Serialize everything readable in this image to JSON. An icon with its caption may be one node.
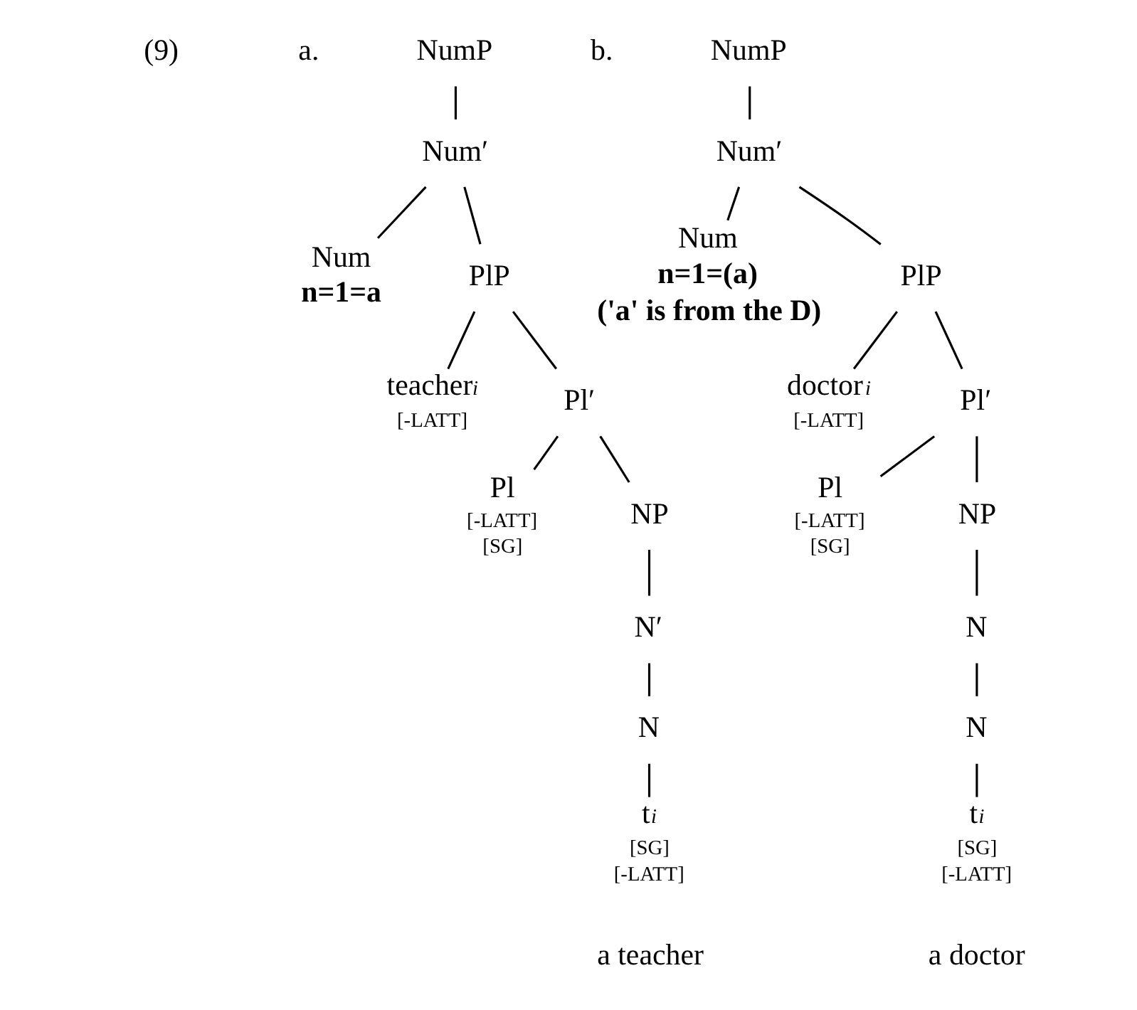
{
  "diagram": {
    "nodes": [
      {
        "text": [
          "NumP"
        ]
      },
      {
        "text": [
          "Num′"
        ]
      },
      {
        "text": [
          "Num"
        ],
        "beside": [
          "n=1=a"
        ]
      },
      {
        "text": [
          "PlP"
        ]
      },
      {
        "text": [
          "teacher$_{i}$"
        ],
        "beside": [
          "[-LATT]"
        ]
      },
      {
        "text": [
          "Pl′"
        ]
      },
      {
        "text": [
          "Pl"
        ],
        "beside": [
          "[-LATT]",
          "[SG]"
        ]
      },
      {
        "text": [
          "NP"
        ]
      },
      {
        "text": [
          "N′"
        ]
      },
      {
        "text": [
          "N"
        ]
      },
      {
        "text": [
          "t$_{i}$"
        ],
        "beside": [
          "[SG]",
          "[-LATT]"
        ]
      },
      {
        "text": [
          "NumP"
        ]
      },
      {
        "text": [
          "Num′"
        ]
      },
      {
        "text": [
          "Num"
        ],
        "beside": [
          "n=1=(a)",
          "('a' is from the D)"
        ]
      },
      {
        "text": [
          "PlP"
        ]
      },
      {
        "text": [
          "doctor$_{i}$"
        ],
        "beside": [
          "[-LATT]"
        ]
      },
      {
        "text": [
          "Pl′"
        ]
      },
      {
        "text": [
          "Pl"
        ],
        "beside": [
          "[-LATT]",
          "[SG]"
        ]
      },
      {
        "text": [
          "NP"
        ]
      },
      {
        "text": [
          "N"
        ]
      },
      {
        "text": [
          "N"
        ]
      },
      {
        "text": [
          "t$_{i}$"
        ],
        "beside": [
          "[SG]",
          "[-LATT]"
        ]
      }
    ],
    "edges": [
      {
        "from": 0,
        "to": 1,
        "arrow": "none"
      },
      {
        "from": 1,
        "to": 2,
        "arrow": "none"
      },
      {
        "from": 1,
        "to": 3,
        "arrow": "none"
      },
      {
        "from": 3,
        "to": 4,
        "arrow": "none"
      },
      {
        "from": 3,
        "to": 5,
        "arrow": "none"
      },
      {
        "from": 5,
        "to": 6,
        "arrow": "none"
      },
      {
        "from": 5,
        "to": 7,
        "arrow": "none"
      },
      {
        "from": 7,
        "to": 8,
        "arrow": "none"
      },
      {
        "from": 8,
        "to": 9,
        "arrow": "none"
      },
      {
        "from": 9,
        "to": 10,
        "arrow": "none"
      },
      {
        "from": 11,
        "to": 12,
        "arrow": "none"
      },
      {
        "from": 12,
        "to": 13,
        "arrow": "none"
      },
      {
        "from": 12,
        "to": 14,
        "arrow": "none"
      },
      {
        "from": 14,
        "to": 15,
        "arrow": "none"
      },
      {
        "from": 14,
        "to": 16,
        "arrow": "none"
      },
      {
        "from": 16,
        "to": 17,
        "arrow": "none"
      },
      {
        "from": 16,
        "to": 18,
        "arrow": "none"
      },
      {
        "from": 18,
        "to": 19,
        "arrow": "none"
      },
      {
        "from": 19,
        "to": 20,
        "arrow": "none"
      },
      {
        "from": 20,
        "to": 21,
        "arrow": "none"
      }
    ],
    "labels": [
      "(9)",
      "a.",
      "b.",
      "a teacher",
      "a doctor"
    ]
  }
}
